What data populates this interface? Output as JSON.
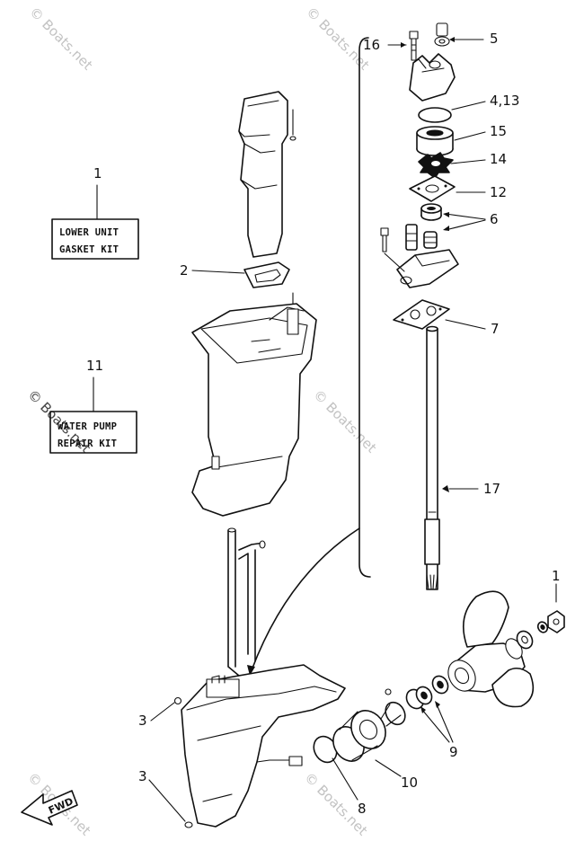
{
  "kits": [
    {
      "number": "1",
      "line1": "LOWER UNIT",
      "line2": "GASKET KIT"
    },
    {
      "number": "11",
      "line1": "WATER PUMP",
      "line2": "REPAIR KIT"
    }
  ],
  "callouts": {
    "c16": "16",
    "c5": "5",
    "c4_13": "4,13",
    "c15": "15",
    "c14": "14",
    "c12": "12",
    "c6": "6",
    "c2": "2",
    "c7": "7",
    "c17": "17",
    "c1": "1",
    "c3a": "3",
    "c3b": "3",
    "c9": "9",
    "c10": "10",
    "c8": "8"
  },
  "fwd_label": "FWD",
  "watermark": "© Boats.net"
}
